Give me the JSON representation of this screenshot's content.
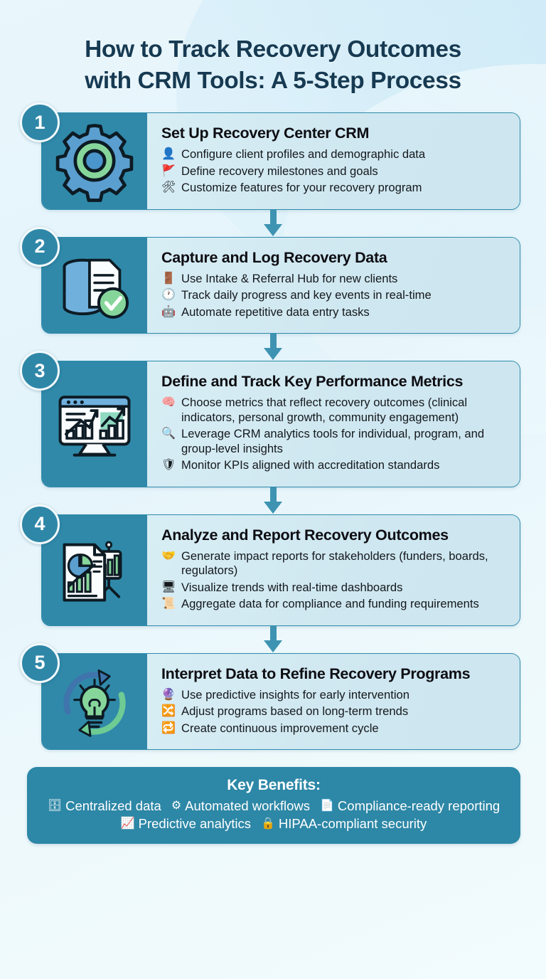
{
  "title": {
    "line1": "How to Track Recovery Outcomes",
    "line2": "with CRM Tools: A 5-Step Process"
  },
  "colors": {
    "accent_teal": "#2d87a6",
    "icon_panel": "#3089a9",
    "card_body": "#cfe7f0",
    "card_border": "#2f8bab",
    "title_text": "#163a52",
    "badge_fill": "#2f87a8",
    "arrow": "#3e93b2",
    "page_bg": "#e9f6fc",
    "green_accent": "#86d69b"
  },
  "steps": [
    {
      "number": "1",
      "icon_name": "gear-icon",
      "title": "Set Up Recovery Center CRM",
      "bullets": [
        {
          "icon": "👤",
          "icon_name": "user-settings-icon",
          "text": "Configure client profiles and demographic data"
        },
        {
          "icon": "🚩",
          "icon_name": "flag-target-icon",
          "text": "Define recovery milestones and goals"
        },
        {
          "icon": "🛠",
          "icon_name": "tools-icon",
          "text": "Customize features for your recovery program"
        }
      ]
    },
    {
      "number": "2",
      "icon_name": "database-document-check-icon",
      "title": "Capture and Log Recovery Data",
      "bullets": [
        {
          "icon": "🚪",
          "icon_name": "intake-door-icon",
          "text": "Use Intake & Referral Hub for new clients"
        },
        {
          "icon": "🕐",
          "icon_name": "clock-chart-icon",
          "text": "Track daily progress and key events in real-time"
        },
        {
          "icon": "🤖",
          "icon_name": "robot-arm-icon",
          "text": "Automate repetitive data entry tasks"
        }
      ]
    },
    {
      "number": "3",
      "icon_name": "dashboard-monitor-chart-icon",
      "title": "Define and Track Key Performance Metrics",
      "bullets": [
        {
          "icon": "🧠",
          "icon_name": "brain-recovery-icon",
          "text": "Choose metrics that reflect recovery outcomes (clinical indicators, personal growth, community engagement)"
        },
        {
          "icon": "🔍",
          "icon_name": "analytics-magnifier-icon",
          "text": "Leverage CRM analytics tools for individual, program, and group-level insights"
        },
        {
          "icon": "🛡",
          "icon_name": "shield-check-icon",
          "text": "Monitor KPIs aligned with accreditation standards"
        }
      ]
    },
    {
      "number": "4",
      "icon_name": "report-presentation-icon",
      "title": "Analyze and Report Recovery Outcomes",
      "bullets": [
        {
          "icon": "🤝",
          "icon_name": "handshake-funding-icon",
          "text": "Generate impact reports for stakeholders (funders, boards, regulators)"
        },
        {
          "icon": "🖥",
          "icon_name": "dashboard-window-icon",
          "text": "Visualize trends with real-time dashboards"
        },
        {
          "icon": "📜",
          "icon_name": "certificate-document-icon",
          "text": "Aggregate data for compliance and funding requirements"
        }
      ]
    },
    {
      "number": "5",
      "icon_name": "lightbulb-cycle-icon",
      "title": "Interpret Data to Refine Recovery Programs",
      "bullets": [
        {
          "icon": "🔮",
          "icon_name": "crystal-ball-icon",
          "text": "Use predictive insights for early intervention"
        },
        {
          "icon": "🔀",
          "icon_name": "branch-adjust-icon",
          "text": "Adjust programs based on long-term trends"
        },
        {
          "icon": "🔁",
          "icon_name": "repeat-cycle-icon",
          "text": "Create continuous improvement cycle"
        }
      ]
    }
  ],
  "footer": {
    "title": "Key Benefits:",
    "row1": [
      {
        "icon": "🗄",
        "icon_name": "server-icon",
        "text": "Centralized data"
      },
      {
        "icon": "⚙",
        "icon_name": "gear-automation-icon",
        "text": "Automated workflows"
      },
      {
        "icon": "📄",
        "icon_name": "compliance-doc-icon",
        "text": "Compliance-ready reporting"
      }
    ],
    "row2": [
      {
        "icon": "📈",
        "icon_name": "predictive-chart-icon",
        "text": "Predictive analytics"
      },
      {
        "icon": "🔒",
        "icon_name": "lock-icon",
        "text": "HIPAA-compliant security"
      }
    ]
  }
}
